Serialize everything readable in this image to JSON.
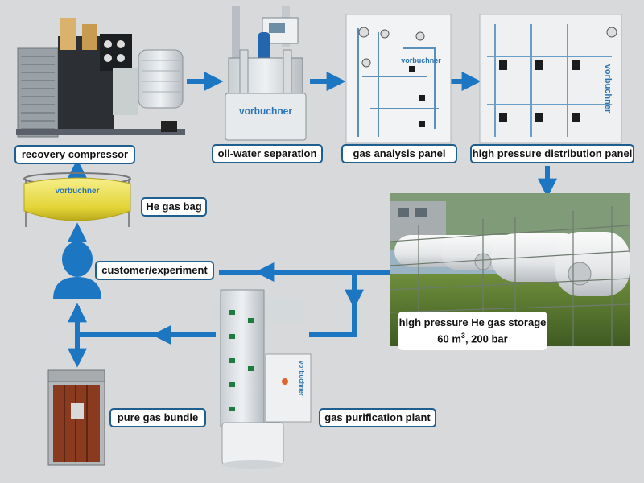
{
  "colors": {
    "background": "#d7d9da",
    "flow": "#1c76c2",
    "label_border": "#1f5f8f",
    "person": "#1c76c2"
  },
  "labels": {
    "recovery_compressor": "recovery compressor",
    "oil_water_separation": "oil-water separation",
    "gas_analysis_panel": "gas analysis panel",
    "high_pressure_distribution_panel": "high pressure distribution panel",
    "he_gas_bag": "He gas bag",
    "customer_experiment": "customer/experiment",
    "storage_line1": "high pressure He gas storage",
    "storage_line2_pre": "60 m",
    "storage_line2_sup": "3",
    "storage_line2_post": ", 200 bar",
    "pure_gas_bundle": "pure gas bundle",
    "gas_purification_plant": "gas purification plant"
  },
  "brand": {
    "bag_logo": "vorbuchner",
    "separator_logo": "vorbuchner",
    "panel_logo": "vorbuchner",
    "distribution_logo": "vorbuchner",
    "plant_logo": "vorbuchner"
  },
  "icons": {
    "person": "person-silhouette-icon",
    "arrow": "flow-arrow-icon"
  }
}
